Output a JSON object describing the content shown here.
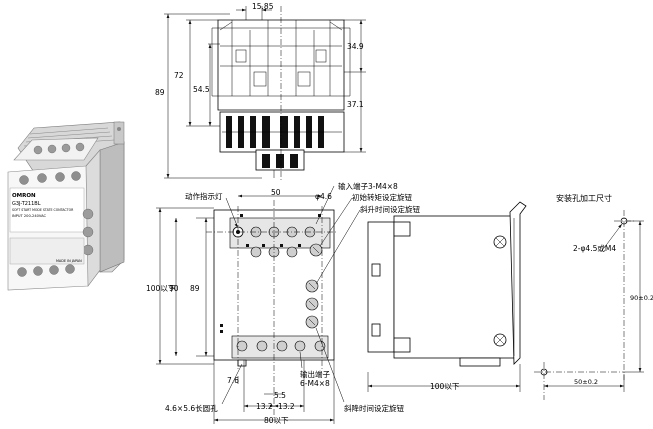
{
  "labels": {
    "top_w": "15.85",
    "top_h1": "34.9",
    "top_h2": "72",
    "top_h3": "54.5",
    "top_h4": "37.1",
    "top_h5": "89",
    "op_indicator": "动作指示灯",
    "dim_50": "50",
    "hole_phi": "φ4.6",
    "in_term": "输入端子3-M4×8",
    "init_torque": "初始转矩设定旋钮",
    "ramp_up": "斜升时间设定旋钮",
    "front_h1": "100以下",
    "front_h2": "90",
    "front_h3": "89",
    "out_term_a": "输出端子",
    "out_term_b": "6-M4×8",
    "d76": "7.6",
    "d55": "5.5",
    "d132a": "13.2",
    "d132b": "13.2",
    "w80": "80以下",
    "slot": "4.6×5.6长圆孔",
    "ramp_down": "斜降时间设定旋钮",
    "side_w": "100以下",
    "mount_title": "安装孔加工尺寸",
    "mount_holes": "2-φ4.5或M4",
    "mount_h": "90±0.2",
    "mount_w": "50±0.2"
  },
  "photo": {
    "brand": "OMRON",
    "model": "G3J-T211BL",
    "line1": "SOFT START MODE STATE CONTACTOR",
    "line2": "INPUT 200-240VAC",
    "line3": "MADE IN JAPAN"
  }
}
